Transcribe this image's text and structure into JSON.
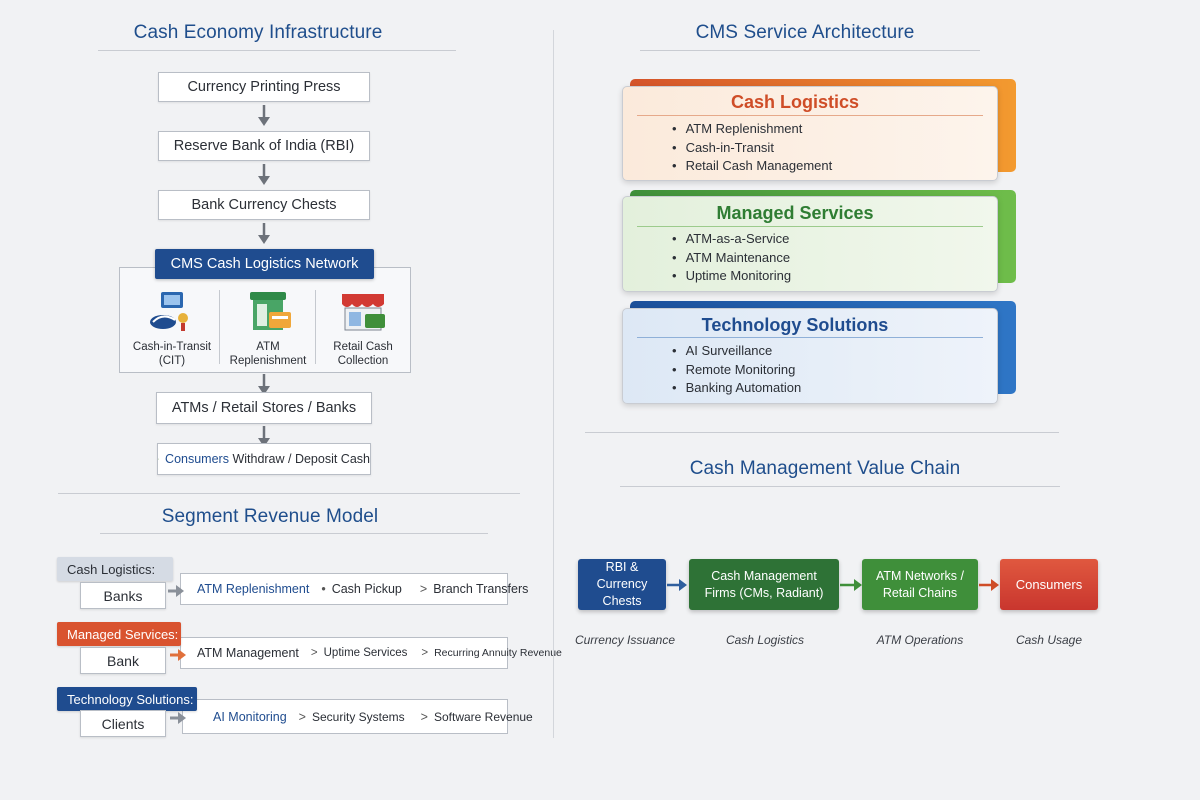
{
  "left_title": "Cash Economy Infrastructure",
  "flow": {
    "printing_press": "Currency Printing Press",
    "rbi": "Reserve Bank of India (RBI)",
    "chests": "Bank Currency Chests",
    "cms_header": "CMS Cash Logistics Network",
    "cit": "Cash-in-Transit (CIT)",
    "atm_replenishment": "ATM Replenishment",
    "retail_collection": "Retail Cash Collection",
    "atms_retail": "ATMs / Retail Stores / Banks",
    "consumers_strong": "Consumers",
    "consumers_rest": " Withdraw / Deposit Cash"
  },
  "revenue": {
    "title": "Segment Revenue Model",
    "rows": [
      {
        "tag": "Cash Logistics:",
        "customer": "Banks",
        "items": [
          "ATM Replenishment",
          "Cash Pickup",
          "Branch Transfers"
        ],
        "seps": [
          "•",
          ">"
        ]
      },
      {
        "tag": "Managed Services:",
        "customer": "Bank",
        "items": [
          "ATM Management",
          "Uptime Services",
          "Recurring Annuity Revenue"
        ],
        "seps": [
          ">",
          ">"
        ]
      },
      {
        "tag": "Technology Solutions:",
        "customer": "Clients",
        "items": [
          "AI Monitoring",
          "Security Systems",
          "Software Revenue"
        ],
        "seps": [
          ">",
          ">"
        ]
      }
    ]
  },
  "services": {
    "title": "CMS Service Architecture",
    "cards": [
      {
        "name": "Cash Logistics",
        "items": [
          "ATM Replenishment",
          "Cash-in-Transit",
          "Retail Cash Management"
        ]
      },
      {
        "name": "Managed Services",
        "items": [
          "ATM-as-a-Service",
          "ATM Maintenance",
          "Uptime Monitoring"
        ]
      },
      {
        "name": "Technology Solutions",
        "items": [
          "AI Surveillance",
          "Remote Monitoring",
          "Banking Automation"
        ]
      }
    ]
  },
  "value_chain": {
    "title": "Cash Management Value Chain",
    "stages": [
      {
        "label": "RBI & Currency Chests",
        "caption": "Currency Issuance"
      },
      {
        "label": "Cash Management Firms (CMs, Radiant)",
        "caption": "Cash Logistics"
      },
      {
        "label": "ATM Networks / Retail Chains",
        "caption": "ATM Operations"
      },
      {
        "label": "Consumers",
        "caption": "Cash Usage"
      }
    ]
  },
  "colors": {
    "navy": "#1f4c8f",
    "orange": "#e2682b",
    "green": "#3f8f3a",
    "blue": "#1e5aa8",
    "red": "#d5453a"
  }
}
